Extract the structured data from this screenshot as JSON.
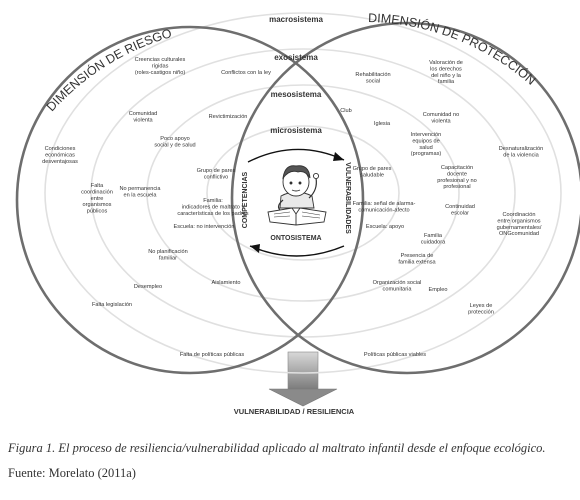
{
  "dimension_left": "DIMENSIÓN DE RIESGO",
  "dimension_right": "DIMENSIÓN DE PROTECCIÓN",
  "systems": {
    "macro": "macrosistema",
    "exo": "exosistema",
    "meso": "mesosistema",
    "micro": "microsistema",
    "onto": "ONTOSISTEMA"
  },
  "competencias": "COMPETENCIAS",
  "vulnerabilidades": "VULNERABILIDADES",
  "bottom_label": "VULNERABILIDAD / RESILIENCIA",
  "risk_factors": [
    [
      "Creencias culturales",
      "rígidas",
      "(roles-castigos niño)"
    ],
    [
      "Conflictos con la ley"
    ],
    [
      "Condiciones",
      "económicas",
      "desventajosas"
    ],
    [
      "Comunidad",
      "violenta"
    ],
    [
      "Revictimización"
    ],
    [
      "Poco apoyo",
      "social y de salud"
    ],
    [
      "Falta",
      "coordinación",
      "entre",
      "organismos",
      "públicos"
    ],
    [
      "No permanencia",
      "en la escuela"
    ],
    [
      "Grupo de pares",
      "conflictivo"
    ],
    [
      "Familia:",
      "indicadores de maltrato y",
      "características de los padres"
    ],
    [
      "Escuela: no intervención"
    ],
    [
      "No planificación",
      "familiar"
    ],
    [
      "Desempleo"
    ],
    [
      "Aislamiento"
    ],
    [
      "Falta legislación"
    ],
    [
      "Falta de políticas públicas"
    ]
  ],
  "protective_factors": [
    [
      "Rehabilitación",
      "social"
    ],
    [
      "Valoración de",
      "los derechos",
      "del niño y la",
      "familia"
    ],
    [
      "Club"
    ],
    [
      "Iglesia"
    ],
    [
      "Comunidad no",
      "violenta"
    ],
    [
      "Intervención",
      "equipos de",
      "salud",
      "(programas)"
    ],
    [
      "Desnaturalización",
      "de la violencia"
    ],
    [
      "Grupo de pares",
      "saludable"
    ],
    [
      "Capacitación",
      "docente",
      "profesional y no",
      "profesional"
    ],
    [
      "Familia: señal de alarma-",
      "comunicación-afecto"
    ],
    [
      "Continuidad",
      "escolar"
    ],
    [
      "Coordinación",
      "entre organismos",
      "gubernamentales/",
      "ONGcomunidad"
    ],
    [
      "Escuela: apoyo"
    ],
    [
      "Familia",
      "cuidadora"
    ],
    [
      "Presencia de",
      "familia extensa"
    ],
    [
      "Organización social",
      "comunitaria"
    ],
    [
      "Empleo"
    ],
    [
      "Leyes de",
      "protección"
    ],
    [
      "Políticas públicas viables"
    ]
  ],
  "caption": "Figura 1. El proceso de resiliencia/vulnerabilidad aplicado al maltrato infantil desde el enfoque ecológico.",
  "source": "Fuente: Morelato (2011a)"
}
